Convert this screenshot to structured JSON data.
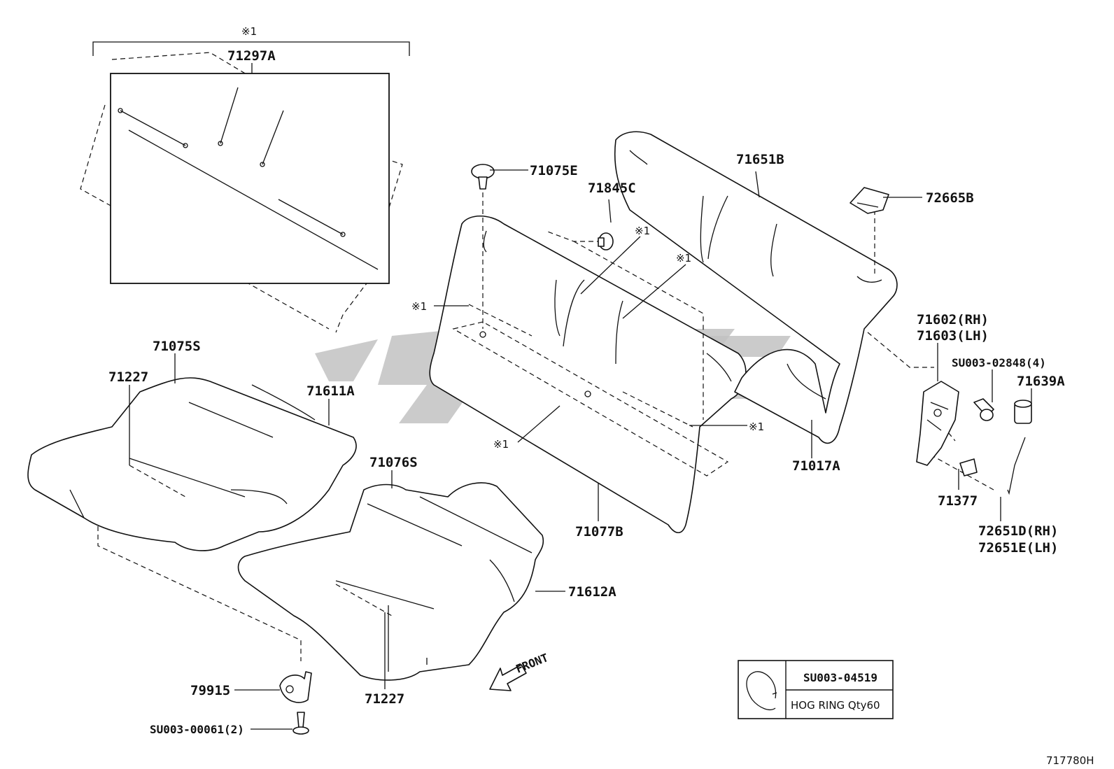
{
  "bracket_note": "※1",
  "labels": {
    "p71297A": "71297A",
    "p71075E": "71075E",
    "p71845C": "71845C",
    "p71651B": "71651B",
    "p72665B": "72665B",
    "p71602": "71602(RH)",
    "p71603": "71603(LH)",
    "su00302848": "SU003-02848(4)",
    "p71639A": "71639A",
    "p71017A": "71017A",
    "p71377": "71377",
    "p72651D": "72651D(RH)",
    "p72651E": "72651E(LH)",
    "p71077B": "71077B",
    "p71075S": "71075S",
    "p71227_top": "71227",
    "p71611A": "71611A",
    "p71076S": "71076S",
    "p71612A": "71612A",
    "p71227_bottom": "71227",
    "p79915": "79915",
    "su00300061": "SU003-00061(2)",
    "front": "FRONT"
  },
  "marks": {
    "m1": "※1",
    "m2": "※1",
    "m3": "※1",
    "m4": "※1",
    "m5": "※1"
  },
  "legend": {
    "part_no": "SU003-04519",
    "description": "HOG RING Qty60"
  },
  "diagram_code": "717780H",
  "icons": [
    "hog-ring-icon",
    "watermark-logo",
    "front-arrow-icon"
  ],
  "colors": {
    "line": "#111111",
    "watermark": "#c2c2c2",
    "background": "#ffffff"
  }
}
